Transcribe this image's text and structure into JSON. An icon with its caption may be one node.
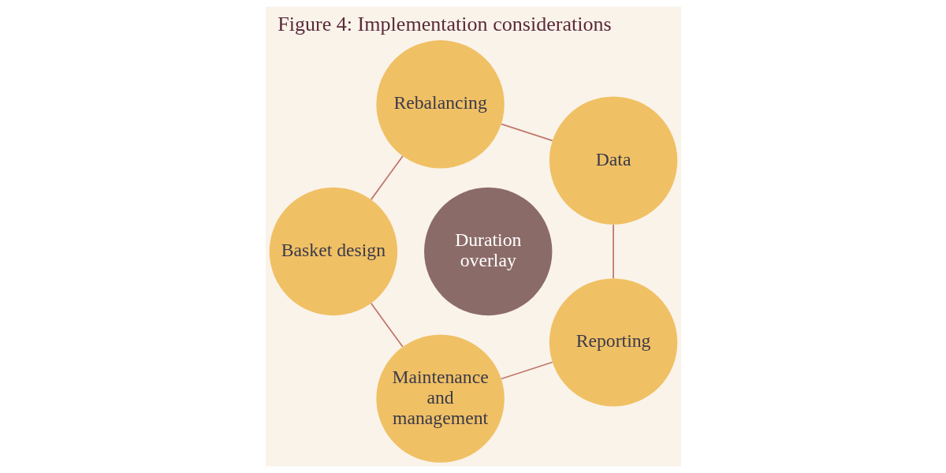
{
  "diagram": {
    "title": "Figure 4: Implementation considerations",
    "nodes": [
      {
        "text": [
          "Data"
        ]
      },
      {
        "text": [
          "Rebalancing"
        ]
      },
      {
        "text": [
          "Basket design"
        ]
      },
      {
        "text": [
          "Maintenance and management"
        ]
      },
      {
        "text": [
          "Reporting"
        ]
      },
      {
        "text": [
          "Duration overlay"
        ]
      }
    ],
    "edges": [
      {
        "from": 0,
        "to": 1,
        "arrow": "none"
      },
      {
        "from": 1,
        "to": 2,
        "arrow": "none"
      },
      {
        "from": 2,
        "to": 3,
        "arrow": "none"
      },
      {
        "from": 3,
        "to": 4,
        "arrow": "none"
      },
      {
        "from": 4,
        "to": 0,
        "arrow": "none"
      }
    ]
  }
}
